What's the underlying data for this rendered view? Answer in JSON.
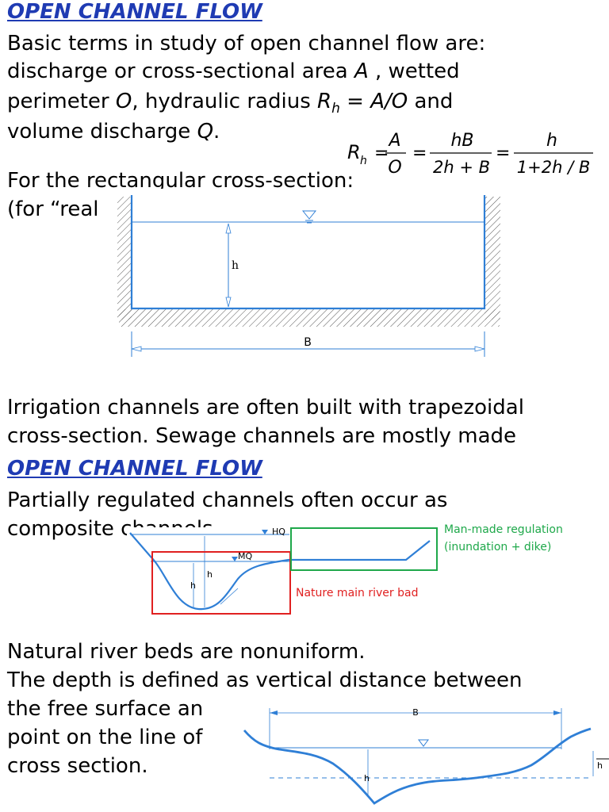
{
  "section1": {
    "title": "OPEN CHANNEL FLOW",
    "line1": "Basic terms in study of open channel flow are:",
    "line2a": "discharge or cross-sectional area ",
    "line2b": "A",
    "line2c": " , wetted",
    "line3a": "perimeter ",
    "line3b": "O",
    "line3c": ", hydraulic radius  ",
    "line3d": " and",
    "rh_inline": {
      "R": "R",
      "sub": "h",
      "rest": " = A/O"
    },
    "line4a": "volume discharge ",
    "line4b": "Q",
    "line4c": ".",
    "formula": {
      "lhs": "R",
      "lhs_sub": "h",
      "f1_num": "A",
      "f1_den": "O",
      "f2_num": "hB",
      "f2_den": "2h + B",
      "f3_num": "h",
      "f3_den": "1+2h / B"
    },
    "line5": "For the rectangular cross-section:",
    "line6": "(for “real",
    "rect_diagram": {
      "h_label": "h",
      "b_label": "B"
    },
    "line7": "Irrigation channels are often built with trapezoidal",
    "line8": "cross-section. Sewage channels are mostly made"
  },
  "section2": {
    "title": "OPEN CHANNEL FLOW",
    "line1": "Partially regulated channels often occur as",
    "line2": "composite channels",
    "composite_diagram": {
      "hq": "HQ",
      "mq": "MQ",
      "h1": "h",
      "h2": "h",
      "manmade_1": "Man-made regulation",
      "manmade_2": "(inundation + dike)",
      "nature": "Nature main river bad"
    },
    "line3": "Natural river beds are nonuniform.",
    "line4": "The depth is defined as vertical distance between",
    "line5": "the free surface an",
    "line6": "point on the line of",
    "line7": "cross section.",
    "river_diagram": {
      "b_label": "B",
      "h_label": "h",
      "h_right": "h"
    }
  },
  "colors": {
    "heading": "#1f3bb3",
    "line": "#2f7fd6",
    "red": "#e02020",
    "green": "#1ea84a"
  }
}
